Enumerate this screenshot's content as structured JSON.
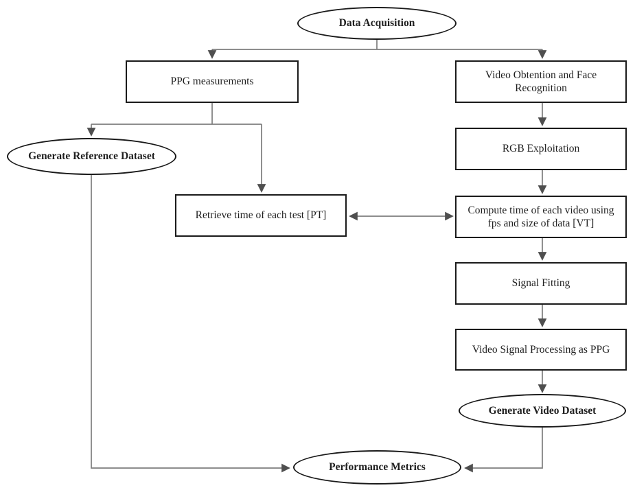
{
  "diagram": {
    "type": "flowchart",
    "nodes": {
      "data_acquisition": "Data Acquisition",
      "ppg_measurements": "PPG measurements",
      "video_obtention": "Video Obtention and Face Recognition",
      "generate_reference": "Generate Reference Dataset",
      "retrieve_time": "Retrieve time of each test [PT]",
      "rgb_exploitation": "RGB Exploitation",
      "compute_time": "Compute time of each video using fps and size of data [VT]",
      "signal_fitting": "Signal Fitting",
      "video_signal": "Video Signal Processing as PPG",
      "generate_video": "Generate Video Dataset",
      "performance_metrics": "Performance Metrics"
    },
    "edges": [
      "data_acquisition -> ppg_measurements",
      "data_acquisition -> video_obtention",
      "ppg_measurements -> generate_reference",
      "ppg_measurements -> retrieve_time",
      "retrieve_time <-> compute_time",
      "video_obtention -> rgb_exploitation",
      "rgb_exploitation -> compute_time",
      "compute_time -> signal_fitting",
      "signal_fitting -> video_signal",
      "video_signal -> generate_video",
      "generate_video -> performance_metrics",
      "generate_reference -> performance_metrics"
    ],
    "colors": {
      "background": "#ffffff",
      "node_border": "#1a1a1a",
      "text": "#1f1f1f",
      "connector_line": "#7d7d7d",
      "arrowhead": "#4f4f4f"
    }
  }
}
